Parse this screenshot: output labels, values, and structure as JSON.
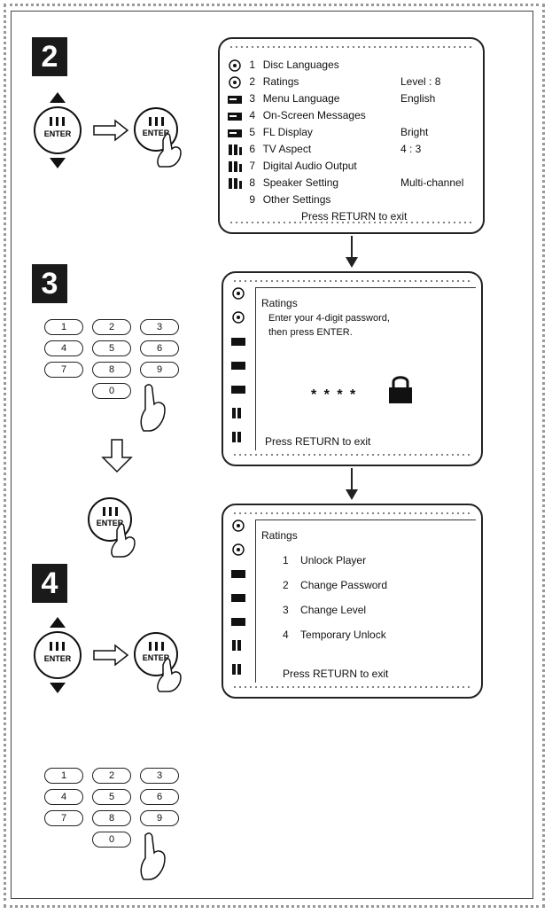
{
  "steps": {
    "s2": "2",
    "s3": "3",
    "s4": "4"
  },
  "enter_label": "ENTER",
  "setup_menu": {
    "items": [
      {
        "num": "1",
        "label": "Disc Languages",
        "value": "",
        "icon": "disc-icon"
      },
      {
        "num": "2",
        "label": "Ratings",
        "value": "Level : 8",
        "icon": "disc-icon"
      },
      {
        "num": "3",
        "label": "Menu Language",
        "value": "English",
        "icon": "player-icon"
      },
      {
        "num": "4",
        "label": "On-Screen Messages",
        "value": "",
        "icon": "player-icon"
      },
      {
        "num": "5",
        "label": "FL Display",
        "value": "Bright",
        "icon": "player-icon"
      },
      {
        "num": "6",
        "label": "TV Aspect",
        "value": "4 : 3",
        "icon": "speaker-icon"
      },
      {
        "num": "7",
        "label": "Digital Audio Output",
        "value": "",
        "icon": "speaker-icon"
      },
      {
        "num": "8",
        "label": "Speaker Setting",
        "value": "Multi-channel",
        "icon": "speaker-icon"
      },
      {
        "num": "9",
        "label": "Other Settings",
        "value": "",
        "icon": ""
      }
    ],
    "exit": "Press RETURN to exit"
  },
  "password_screen": {
    "title": "Ratings",
    "line1": "Enter your 4-digit password,",
    "line2": "then press ENTER.",
    "masked": "* * * *",
    "exit": "Press RETURN to exit"
  },
  "ratings_menu": {
    "title": "Ratings",
    "items": [
      {
        "num": "1",
        "label": "Unlock Player"
      },
      {
        "num": "2",
        "label": "Change Password"
      },
      {
        "num": "3",
        "label": "Change Level"
      },
      {
        "num": "4",
        "label": "Temporary Unlock"
      }
    ],
    "exit": "Press RETURN to exit"
  },
  "keypad": [
    "1",
    "2",
    "3",
    "4",
    "5",
    "6",
    "7",
    "8",
    "9",
    "0"
  ]
}
